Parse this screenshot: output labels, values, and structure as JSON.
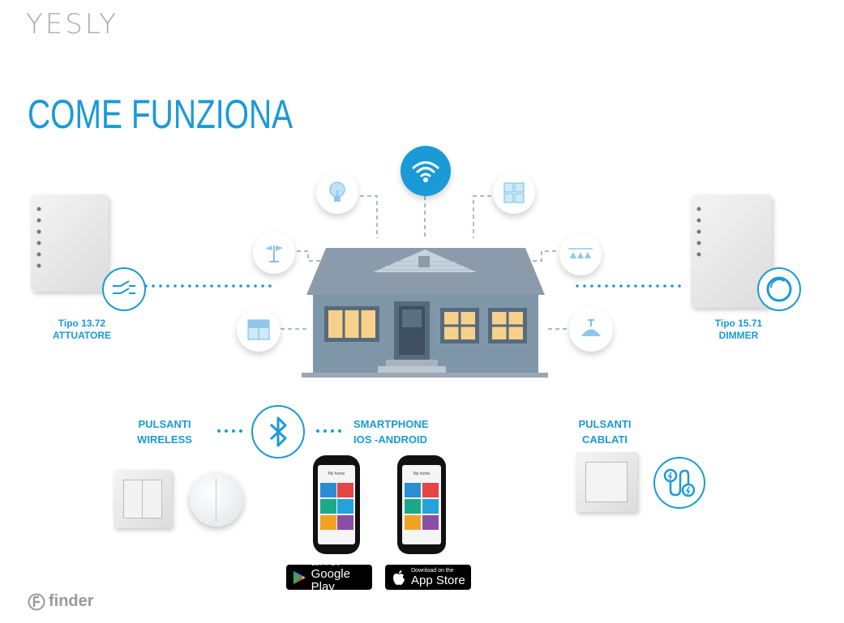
{
  "brand": "YESLY",
  "title": "COME FUNZIONA",
  "left_device": {
    "line1": "Tipo 13.72",
    "line2": "ATTUATORE"
  },
  "right_device": {
    "line1": "Tipo 15.71",
    "line2": "DIMMER"
  },
  "wireless": {
    "line1": "PULSANTI",
    "line2": "WIRELESS"
  },
  "smartphone": {
    "line1": "SMARTPHONE",
    "line2": "IOS -ANDROID"
  },
  "wired": {
    "line1": "PULSANTI",
    "line2": "CABLATI"
  },
  "google_play": {
    "small": "GET IT ON",
    "big": "Google Play"
  },
  "app_store": {
    "small": "Download on the",
    "big": "App Store"
  },
  "phone_screen": {
    "header": "My home"
  },
  "footer": "finder",
  "colors": {
    "accent": "#1a9ad6",
    "house": "#7e95a8",
    "roof": "#8a9aaa",
    "window": "#f7d08a"
  },
  "icons": [
    "wifi-icon",
    "bulb-icon",
    "grid-icon",
    "lamp-icon",
    "ceiling-lights-icon",
    "blind-icon",
    "pendant-lamp-icon",
    "switch-icon",
    "dimmer-icon",
    "bluetooth-icon",
    "wired-icon",
    "finder-logo-icon"
  ]
}
